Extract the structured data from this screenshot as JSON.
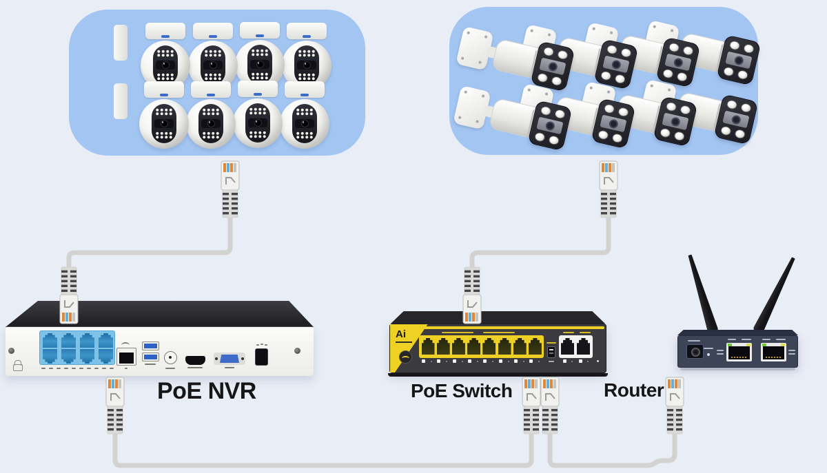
{
  "background_color": "#E9EDF5",
  "camera_groups": {
    "dome": {
      "count": 8,
      "panel_color": "#A3C5F2"
    },
    "bullet": {
      "count": 8,
      "panel_color": "#A3C5F2"
    }
  },
  "devices": {
    "nvr": {
      "label": "PoE NVR",
      "poe_port_count": 8,
      "poe_block_color": "#7EC2E8",
      "body_color": "#F4F4F1"
    },
    "switch": {
      "label": "PoE Switch",
      "logo_text": "Ai",
      "poe_port_count": 8,
      "uplink_port_count": 2,
      "accent_color": "#EFD126",
      "body_color": "#3A3A3F"
    },
    "router": {
      "label": "Router",
      "lan_port_count": 2,
      "antenna_count": 2,
      "body_color": "#3D4458",
      "led_colors": [
        "#6FC83C",
        "#E0DC50"
      ]
    }
  },
  "cables": {
    "color": "#D2D2D0",
    "connector_count": 8,
    "connections": [
      {
        "from": "dome-camera-group",
        "to": "poe-nvr"
      },
      {
        "from": "bullet-camera-group",
        "to": "poe-switch"
      },
      {
        "from": "poe-nvr",
        "to": "poe-switch"
      },
      {
        "from": "poe-switch",
        "to": "router"
      }
    ]
  }
}
